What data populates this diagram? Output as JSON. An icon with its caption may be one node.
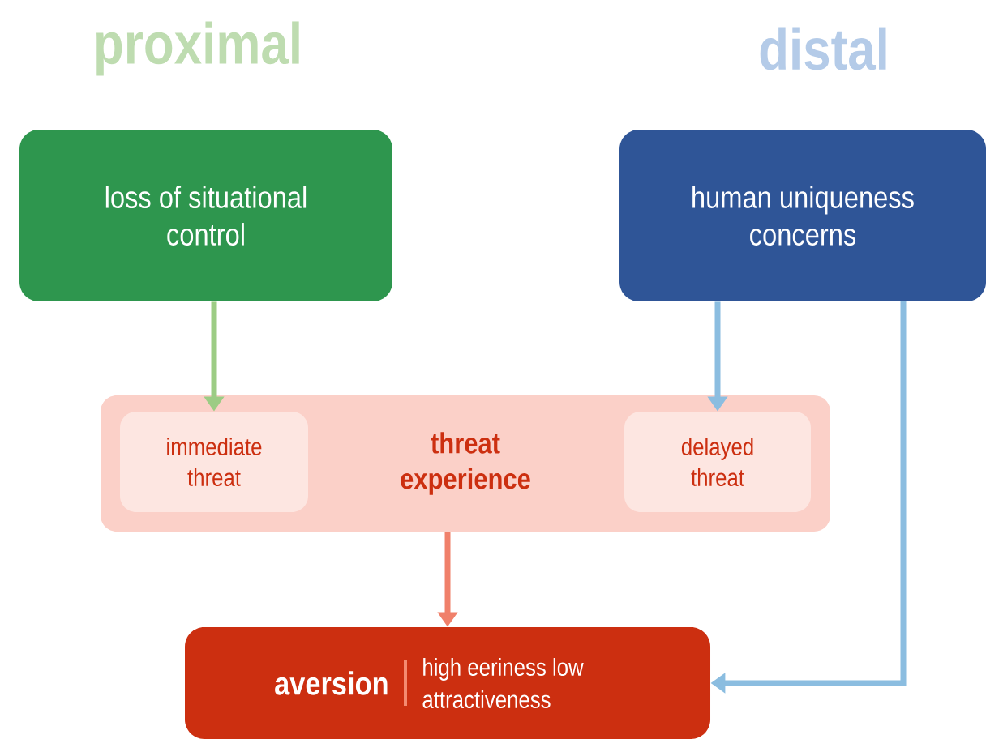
{
  "diagram": {
    "nodes": [
      {
        "text": [
          "loss of situational control"
        ]
      },
      {
        "text": [
          "human uniqueness concerns"
        ]
      },
      {
        "text": [
          "threat experience"
        ]
      },
      {
        "text": [
          "immediate threat"
        ],
        "in": 2
      },
      {
        "text": [
          "delayed threat"
        ],
        "in": 2
      },
      {
        "text": [
          "aversion",
          "high eeriness low attractiveness"
        ]
      }
    ],
    "edges": [
      {
        "from": 0,
        "to": 3,
        "arrow": "to",
        "color": "#9ccc84"
      },
      {
        "from": 1,
        "to": 4,
        "arrow": "to",
        "color": "#8bbde0"
      },
      {
        "from": 2,
        "to": 5,
        "arrow": "to",
        "color": "#f0806a"
      },
      {
        "from": 1,
        "to": 5,
        "arrow": "to",
        "color": "#8bbde0"
      }
    ],
    "labels": [
      "proximal",
      "distal"
    ]
  }
}
